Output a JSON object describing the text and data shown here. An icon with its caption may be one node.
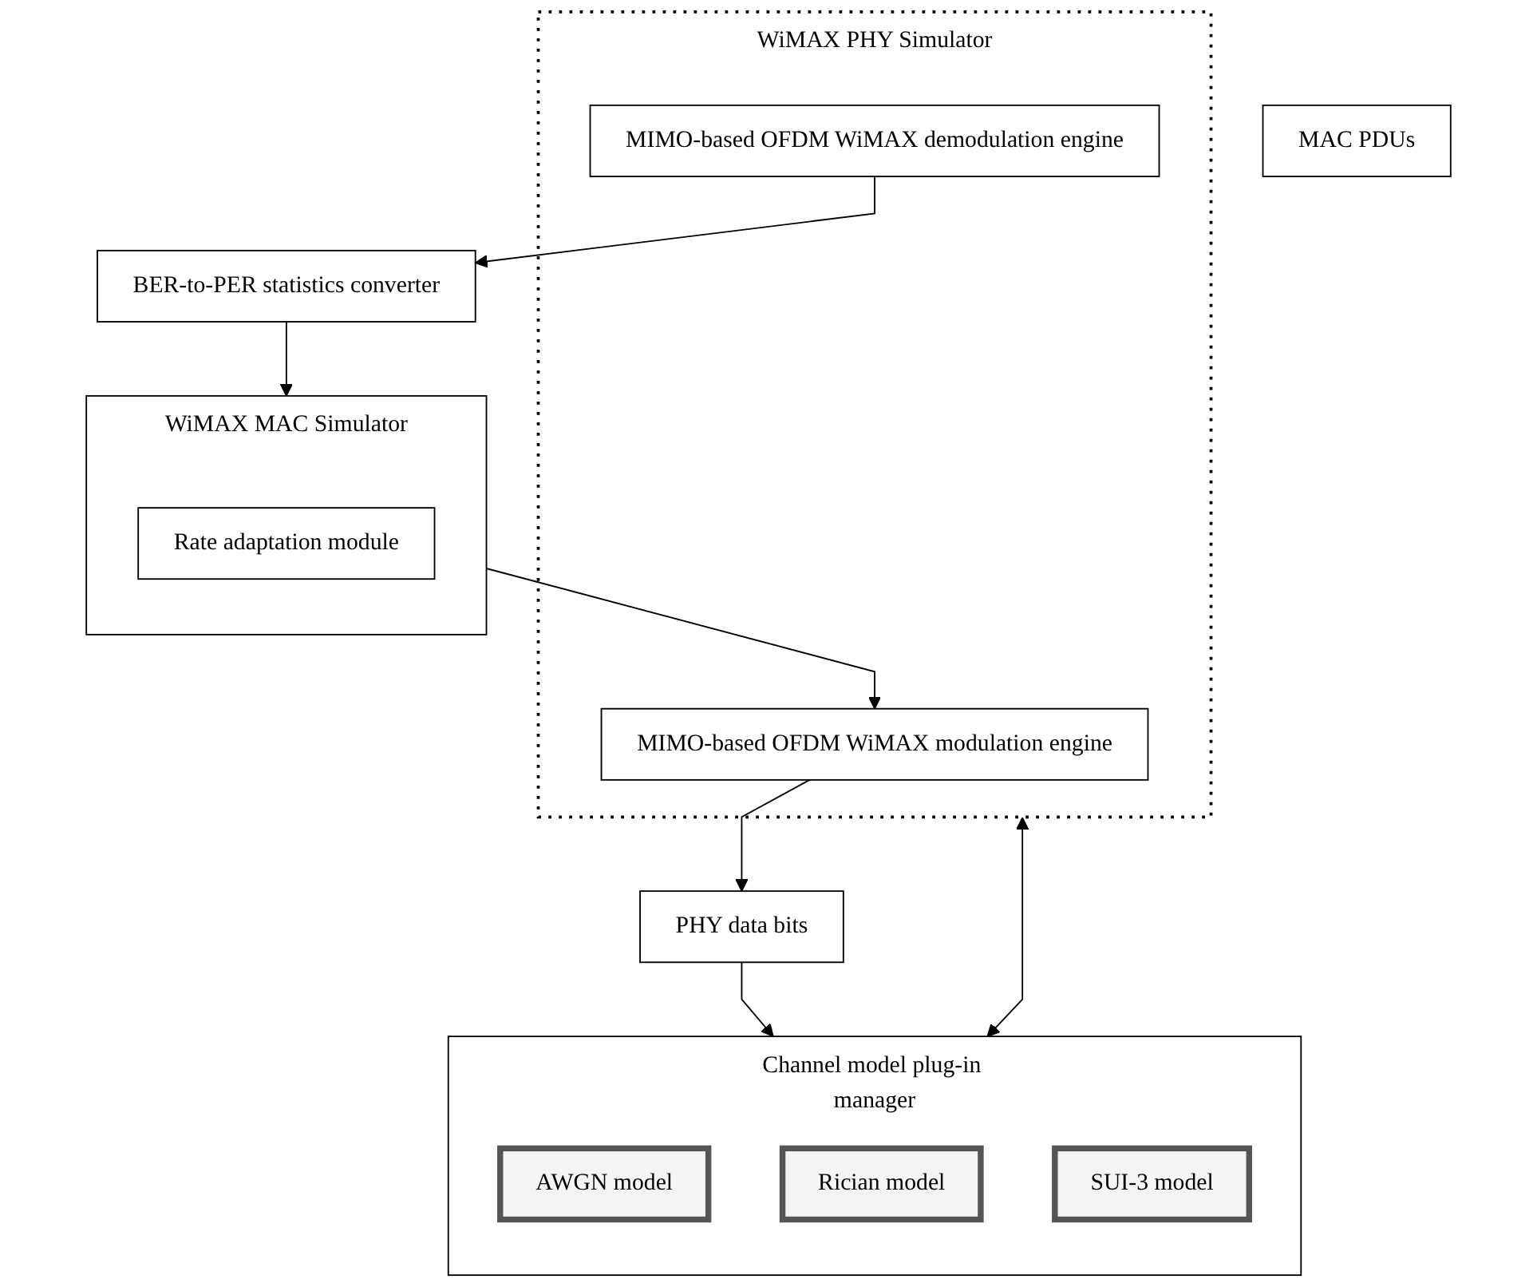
{
  "diagram": {
    "nodes": [
      {
        "text": [
          "WiMAX PHY Simulator"
        ]
      },
      {
        "text": [
          "MIMO-based OFDM WiMAX modulation engine"
        ],
        "in": 0
      },
      {
        "text": [
          "MIMO-based OFDM WiMAX demodulation engine"
        ],
        "in": 0
      },
      {
        "text": [
          "PHY data bits"
        ]
      },
      {
        "text": [
          "Channel model plug-in manager"
        ]
      },
      {
        "text": [
          "AWGN model"
        ],
        "in": 4
      },
      {
        "text": [
          "Rician model"
        ],
        "in": 4
      },
      {
        "text": [
          "SUI-3 model"
        ],
        "in": 4
      },
      {
        "text": [
          "BER-to-PER statistics converter"
        ]
      },
      {
        "text": [
          "MAC PDUs"
        ]
      },
      {
        "text": [
          "WiMAX MAC Simulator"
        ]
      },
      {
        "text": [
          "Rate adaptation module"
        ],
        "in": 10
      }
    ],
    "edges": [
      {
        "from": 1,
        "to": 3,
        "arrow": "to"
      },
      {
        "from": 3,
        "to": 4,
        "arrow": "to"
      },
      {
        "from": 0,
        "to": 4,
        "arrow": "both"
      },
      {
        "from": 2,
        "to": 8,
        "arrow": "to"
      },
      {
        "from": 8,
        "to": 10,
        "arrow": "to"
      },
      {
        "from": 10,
        "to": 1,
        "arrow": "to"
      }
    ]
  }
}
